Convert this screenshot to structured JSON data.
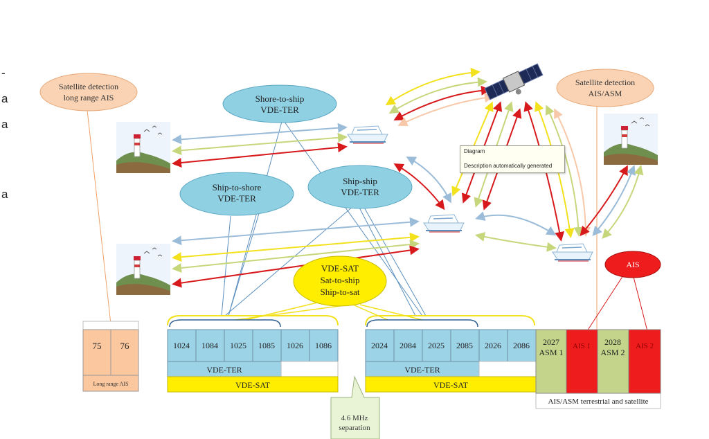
{
  "edge_text": [
    "-",
    "a",
    "a",
    "a"
  ],
  "bubbles": {
    "sat_left": [
      "Satellite detection",
      "long range AIS"
    ],
    "sat_right": [
      "Satellite detection",
      "AIS/ASM"
    ],
    "shore_to_ship": [
      "Shore-to-ship",
      "VDE-TER"
    ],
    "ship_to_shore": [
      "Ship-to-shore",
      "VDE-TER"
    ],
    "ship_ship": [
      "Ship-ship",
      "VDE-TER"
    ],
    "vde_sat": [
      "VDE-SAT",
      "Sat-to-ship",
      "Ship-to-sat"
    ],
    "ais": "AIS"
  },
  "long_range": {
    "channels": [
      "75",
      "76"
    ],
    "label": "Long range AIS"
  },
  "group1": {
    "channels": [
      "1024",
      "1084",
      "1025",
      "1085",
      "1026",
      "1086"
    ],
    "ter_label": "VDE-TER",
    "sat_label": "VDE-SAT"
  },
  "group2": {
    "channels": [
      "2024",
      "2084",
      "2025",
      "2085",
      "2026",
      "2086"
    ],
    "ter_label": "VDE-TER",
    "sat_label": "VDE-SAT"
  },
  "asm_block": {
    "cells": [
      {
        "top": "2027",
        "bottom": "ASM 1",
        "color": "#c4d48a"
      },
      {
        "top": "AIS 1",
        "bottom": "",
        "color": "#ee1c1c"
      },
      {
        "top": "2028",
        "bottom": "ASM 2",
        "color": "#c4d48a"
      },
      {
        "top": "AIS 2",
        "bottom": "",
        "color": "#ee1c1c"
      }
    ],
    "label": "AIS/ASM terrestrial and satellite"
  },
  "separation": [
    "4.6 MHz",
    "separation"
  ],
  "tooltip": {
    "title": "Diagram",
    "caption": "Description automatically generated"
  },
  "colors": {
    "bubble_blue": "#8fd0e3",
    "bubble_peach": "#f9d3b4",
    "sat_yellow": "#ffee00",
    "channel_blue": "#9dd3e7",
    "channel_peach": "#fbc79e",
    "ais_red": "#ee1c1c",
    "arrow_red": "#d7191c",
    "arrow_blue": "#9bbcd8",
    "arrow_green": "#c5d77a",
    "arrow_yellow": "#f2e11c",
    "arrow_peach": "#f7c9a8"
  }
}
